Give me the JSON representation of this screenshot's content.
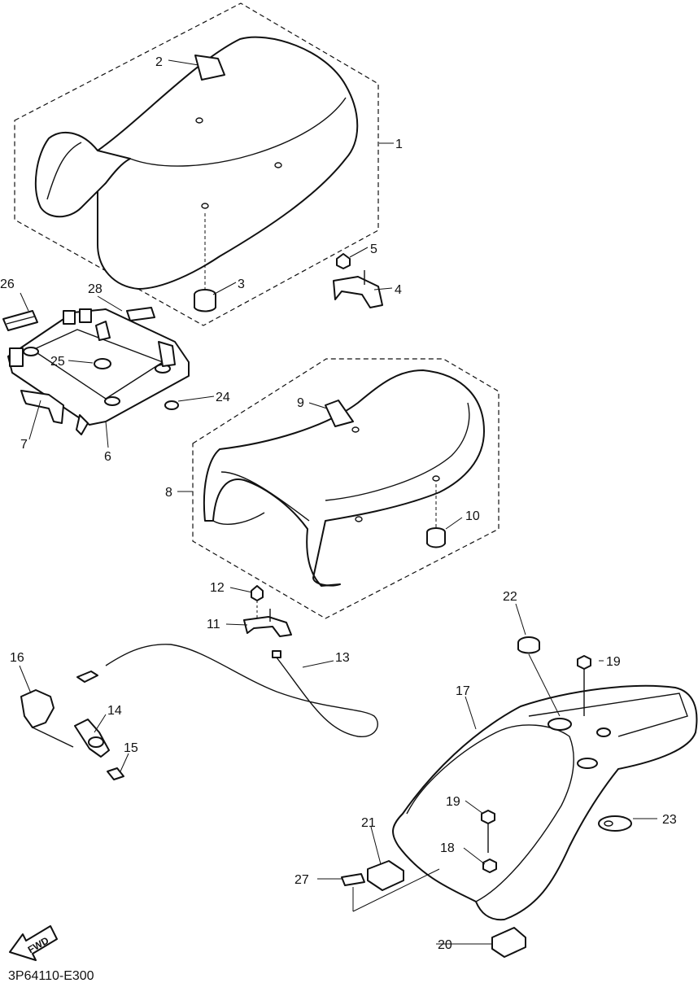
{
  "diagram": {
    "code": "3P64110-E300",
    "fwd_label": "FWD",
    "callouts": {
      "c1": "1",
      "c2": "2",
      "c3": "3",
      "c4": "4",
      "c5": "5",
      "c6": "6",
      "c7": "7",
      "c8": "8",
      "c9": "9",
      "c10": "10",
      "c11": "11",
      "c12": "12",
      "c13": "13",
      "c14": "14",
      "c15": "15",
      "c16": "16",
      "c17": "17",
      "c18": "18",
      "c19a": "19",
      "c19b": "19",
      "c20": "20",
      "c21": "21",
      "c22": "22",
      "c23": "23",
      "c24": "24",
      "c25": "25",
      "c26": "26",
      "c27": "27",
      "c28": "28"
    }
  }
}
